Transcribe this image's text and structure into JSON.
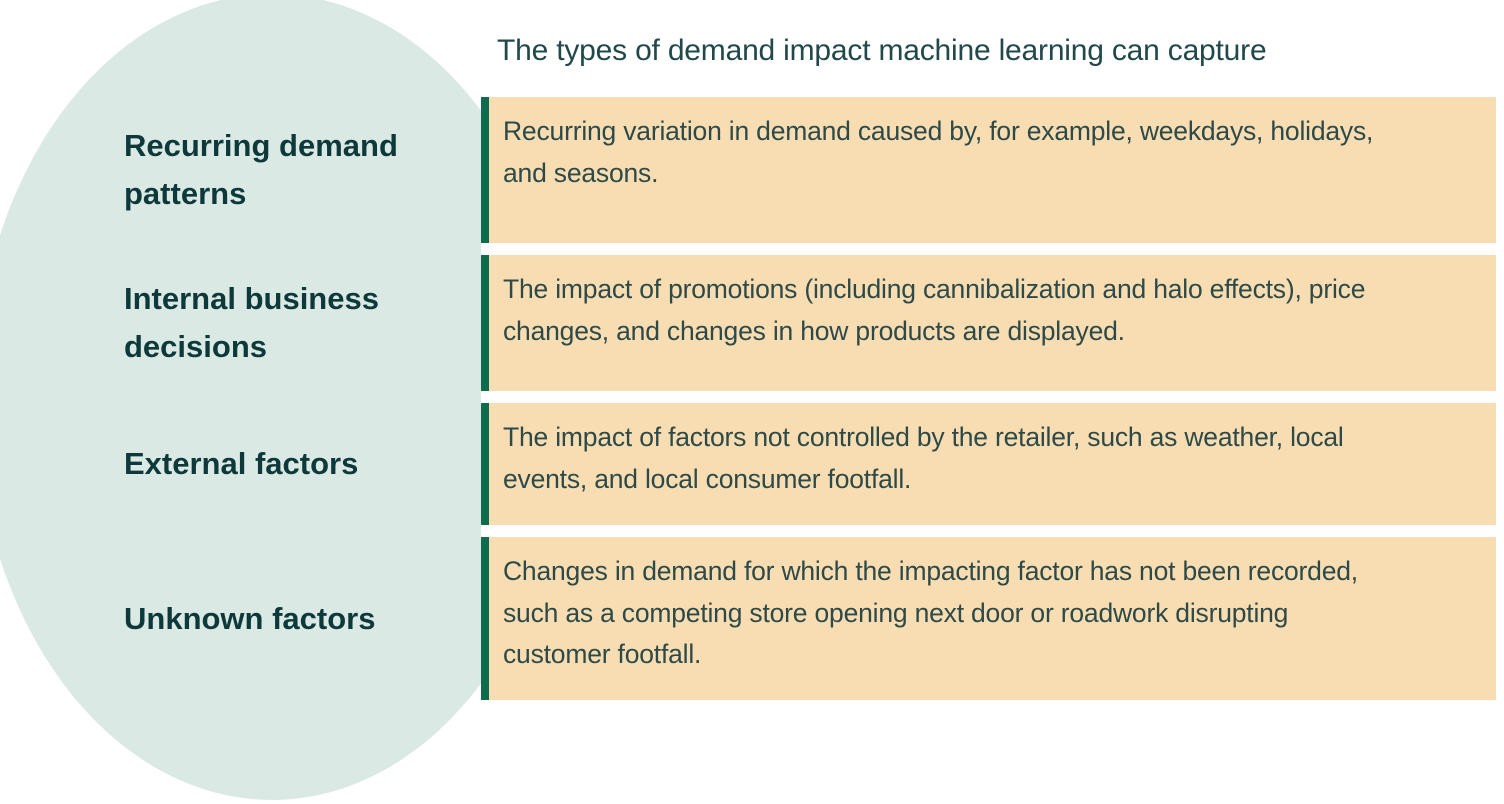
{
  "title": "The types of demand impact machine learning can capture",
  "colors": {
    "page-bg": "#ffffff",
    "blob": "#dbe9e5",
    "card": "#f8ddb2",
    "bar": "#0e6b4e",
    "heading": "#0e393b",
    "body-text": "#2d4a49",
    "title-text": "#21484a"
  },
  "rows": [
    {
      "label": "Recurring demand patterns",
      "description_lines": [
        "Recurring variation in demand caused by, for example, weekdays, holidays,",
        "and seasons."
      ]
    },
    {
      "label": "Internal business decisions",
      "description_lines": [
        "The impact of promotions (including cannibalization and halo effects), price",
        "changes, and changes in how products are displayed."
      ]
    },
    {
      "label": "External factors",
      "description_lines": [
        "The impact of factors not controlled by the retailer, such as weather, local",
        "events, and local consumer footfall."
      ]
    },
    {
      "label": "Unknown factors",
      "description_lines": [
        "Changes in demand for which the impacting factor has not been recorded,",
        "such as a competing store opening next door or roadwork disrupting",
        "customer footfall."
      ]
    }
  ]
}
